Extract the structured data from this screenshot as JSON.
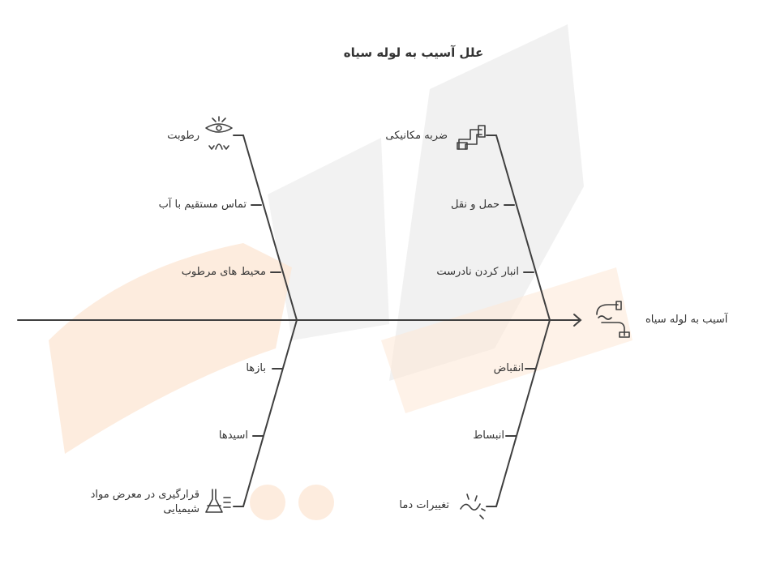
{
  "diagram": {
    "title": "علل آسیب به لوله سیاه",
    "effect": "آسیب به لوله سیاه",
    "branches": {
      "mechanical": {
        "category": "ضربه مکانیکی",
        "causes": [
          "حمل و نقل",
          "انبار کردن نادرست"
        ]
      },
      "moisture": {
        "category": "رطوبت",
        "causes": [
          "تماس مستقیم با آب",
          "محیط های مرطوب"
        ]
      },
      "temperature": {
        "category": "تغییرات دما",
        "causes": [
          "انقباض",
          "انبساط"
        ]
      },
      "chemical": {
        "category_line1": "قرارگیری در معرض مواد",
        "category_line2": "شیمیایی",
        "causes": [
          "بازها",
          "اسیدها"
        ]
      }
    }
  },
  "colors": {
    "line": "#3f3f3f",
    "watermark_gray": "#efefef",
    "watermark_orange": "#fde7d6"
  },
  "icons": [
    "pipe-icon",
    "moisture-eye-icon",
    "chemical-flask-icon",
    "temperature-pipe-icon",
    "pipe-repair-icon"
  ]
}
